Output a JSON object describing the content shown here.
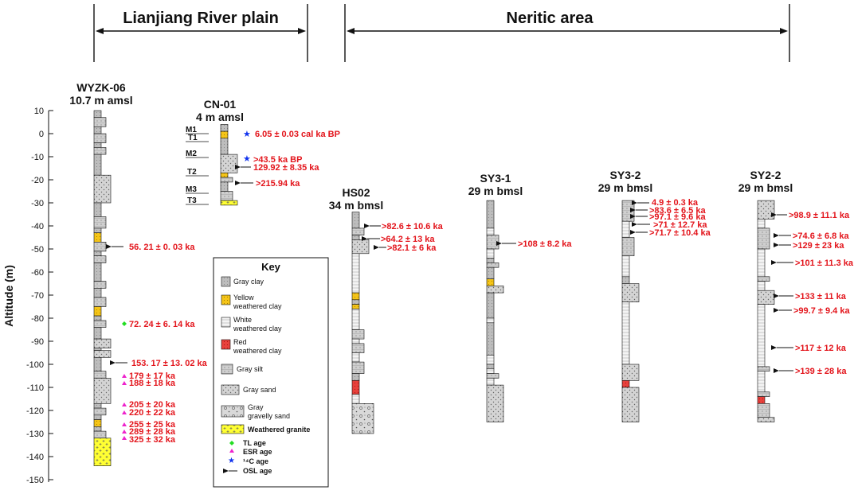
{
  "headers": [
    {
      "label": "Lianjiang River plain"
    },
    {
      "label": "Neritic area"
    }
  ],
  "axis": {
    "title": "Altitude (m)",
    "ticks": [
      10,
      0,
      -10,
      -20,
      -30,
      -40,
      -50,
      -60,
      -70,
      -80,
      -90,
      -100,
      -110,
      -120,
      -130,
      -140,
      -150
    ]
  },
  "lithology_colors": {
    "gray_clay": "#bdbdbd",
    "yellow_weathered_clay": "#f5c518",
    "white_weathered_clay": "#f4f4f4",
    "red_weathered_clay": "#e8413c",
    "gray_silt": "#cfcfcf",
    "gray_sand": "#d4d4d4",
    "gray_gravelly_sand": "#d9d9d9",
    "weathered_granite": "#ffff33"
  },
  "cores": [
    {
      "id": "wyzk",
      "name": "WYZK-06",
      "elev": "10.7 m amsl"
    },
    {
      "id": "cn01",
      "name": "CN-01",
      "elev": "4 m amsl"
    },
    {
      "id": "hs02",
      "name": "HS02",
      "elev": "34 m bmsl"
    },
    {
      "id": "sy31",
      "name": "SY3-1",
      "elev": "29 m bmsl"
    },
    {
      "id": "sy32",
      "name": "SY3-2",
      "elev": "29 m bmsl"
    },
    {
      "id": "sy22",
      "name": "SY2-2",
      "elev": "29 m bmsl"
    }
  ],
  "units": [
    "M1",
    "T1",
    "M2",
    "T2",
    "M3",
    "T3"
  ],
  "ages": {
    "wyzk": [
      "56. 21 ± 0. 03 ka",
      "72. 24 ± 6. 14 ka",
      "153. 17 ± 13. 02 ka",
      "179 ± 17 ka",
      "188 ± 18 ka",
      "205 ± 20 ka",
      "220 ± 22 ka",
      "255 ± 25 ka",
      "289 ± 28 ka",
      "325 ± 32 ka"
    ],
    "cn01": [
      "6.05 ± 0.03 cal ka BP",
      ">43.5 ka BP",
      "129.92 ± 8.35 ka",
      ">215.94 ka"
    ],
    "hs02": [
      ">82.6 ± 10.6 ka",
      ">64.2 ± 13 ka",
      ">82.1 ± 6 ka"
    ],
    "sy31": [
      ">108 ± 8.2 ka"
    ],
    "sy32": [
      "4.9 ± 0.3 ka",
      ">83.6 ± 6.5 ka",
      ">97.1 ± 9.6 ka",
      ">71 ± 12.7 ka",
      ">71.7 ± 10.4 ka"
    ],
    "sy22": [
      ">98.9 ± 11.1 ka",
      ">74.6 ± 6.8 ka",
      ">129 ± 23 ka",
      ">101 ± 11.3 ka",
      ">133 ± 11 ka",
      ">99.7 ± 9.4 ka",
      ">117 ± 12 ka",
      ">139 ± 28 ka"
    ]
  },
  "key": {
    "title": "Key",
    "items": [
      {
        "label1": "Gray clay",
        "label2": ""
      },
      {
        "label1": "Yellow",
        "label2": "weathered clay"
      },
      {
        "label1": "White",
        "label2": "weathered clay"
      },
      {
        "label1": "Red",
        "label2": "weathered clay"
      },
      {
        "label1": "Gray silt",
        "label2": ""
      },
      {
        "label1": "Gray sand",
        "label2": ""
      },
      {
        "label1": "Gray",
        "label2": "gravelly sand"
      },
      {
        "label1": "Weathered granite",
        "label2": ""
      }
    ],
    "markers": [
      {
        "label": "TL age",
        "color": "#22dd22"
      },
      {
        "label": "ESR age",
        "color": "#ee22cc"
      },
      {
        "label": "¹⁴C age",
        "color": "#1133ee"
      },
      {
        "label": "OSL age",
        "color": "#111111"
      }
    ]
  }
}
